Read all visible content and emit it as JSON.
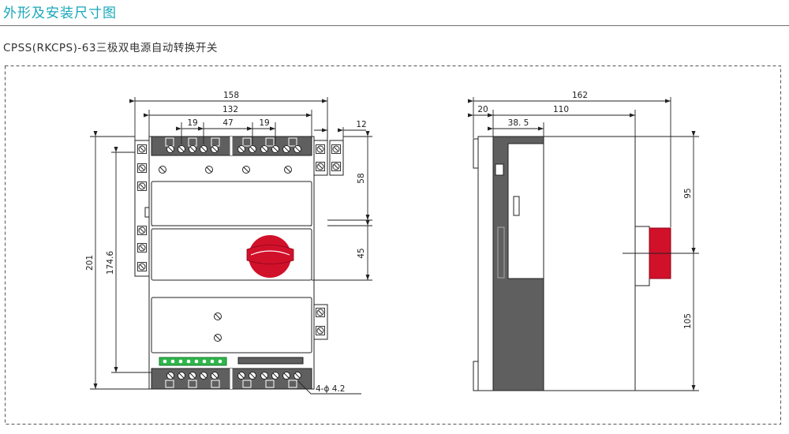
{
  "header": {
    "title": "外形及安装尺寸图",
    "subtitle": "CPSS(RKCPS)-63三极双电源自动转换开关"
  },
  "front_view": {
    "dim_overall_width": "158",
    "dim_inner_width": "132",
    "dim_left_pitch": "19",
    "dim_middle": "47",
    "dim_right_pitch": "19",
    "dim_side": "12",
    "dim_total_height": "201",
    "dim_mount_height": "174.6",
    "dim_upper_panel": "58",
    "dim_window": "45",
    "mount_holes": "4-ϕ 4.2"
  },
  "side_view": {
    "dim_total_depth": "162",
    "dim_rail": "20",
    "dim_body_depth": "110",
    "dim_rail_depth": "38. 5",
    "dim_upper_height": "95",
    "dim_lower_height": "105"
  },
  "colors": {
    "accent": "#18a7b9",
    "handle_red": "#d1102a",
    "terminal_green": "#2fb64a",
    "body_gray": "#5f5f5f"
  }
}
